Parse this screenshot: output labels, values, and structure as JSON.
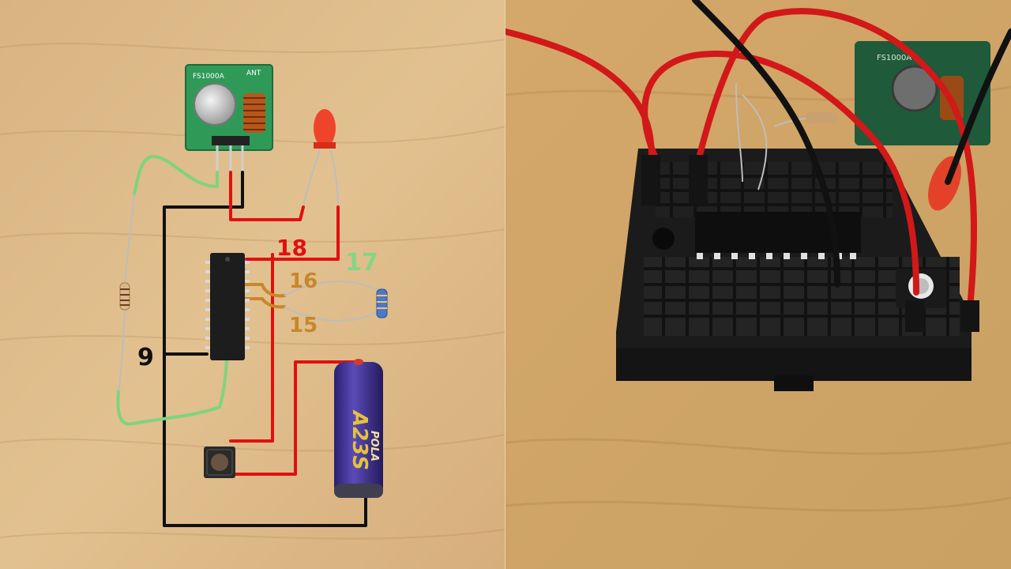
{
  "left_panel": {
    "rf_module": {
      "model": "FS1000A",
      "antenna_label": "ANT"
    },
    "pin_labels": {
      "pin_18": "18",
      "pin_17": "17",
      "pin_16": "16",
      "pin_15": "15",
      "pin_9": "9"
    },
    "battery": {
      "model": "A23S",
      "brand": "POLA"
    },
    "wire_colors": {
      "power": "#e01010",
      "ground": "#101010",
      "data": "#7fd37f",
      "oscillator": "#c8872a",
      "pin_17_label": "#86d486"
    }
  },
  "right_panel": {
    "rf_module": {
      "model": "FS1000A"
    }
  }
}
